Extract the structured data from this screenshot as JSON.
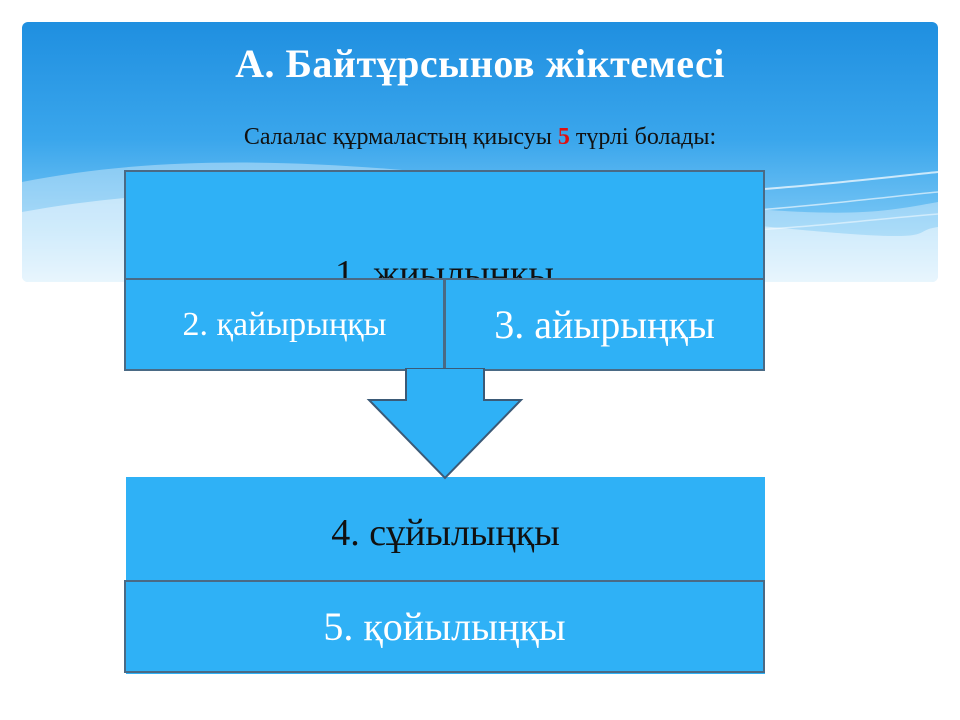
{
  "slide": {
    "title": "А. Байтұрсынов жіктемесі",
    "subtitle": {
      "before": "Салалас құрмаластың қиысуы ",
      "number": "5",
      "after": " түрлі болады:"
    }
  },
  "diagram": {
    "box1": "1. жиылыңқы",
    "box2": "2. қайырыңқы",
    "box3": "3. айырыңқы",
    "box4": "4. сұйылыңқы",
    "box5": "5. қойылыңқы"
  },
  "colors": {
    "box_fill": "#2fb1f6",
    "box_border": "#4a6a85",
    "highlight_number": "#e01010",
    "title": "#ffffff"
  }
}
